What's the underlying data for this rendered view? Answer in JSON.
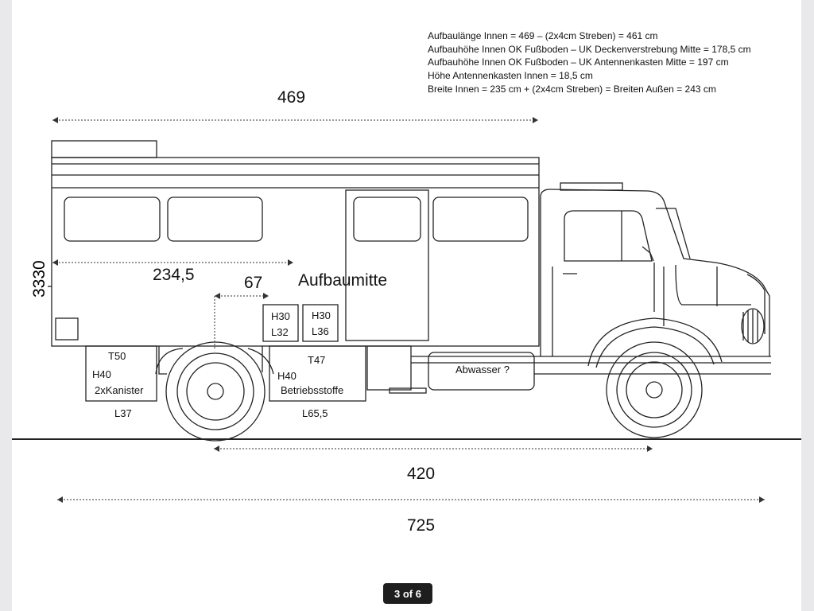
{
  "notes": [
    "Aufbaulänge Innen = 469 – (2x4cm Streben) = 461 cm",
    "Aufbauhöhe Innen OK Fußboden – UK Deckenverstrebung Mitte = 178,5 cm",
    "Aufbauhöhe Innen OK Fußboden – UK Antennenkasten Mitte = 197 cm",
    "Höhe Antennenkasten Innen = 18,5 cm",
    "Breite Innen = 235 cm + (2x4cm Streben) = Breiten Außen = 243 cm"
  ],
  "dimensions": {
    "body_length": "469",
    "height": "3330",
    "half_length": "234,5",
    "offset": "67",
    "center_label": "Aufbaumitte",
    "wheelbase": "420",
    "total_length": "725"
  },
  "boxes": {
    "box1": {
      "h": "H30",
      "l": "L32"
    },
    "box2": {
      "h": "H30",
      "l": "L36"
    },
    "tank_left": {
      "t": "T50",
      "h": "H40",
      "name": "2xKanister",
      "l": "L37"
    },
    "tank_mid": {
      "t": "T47",
      "h": "H40",
      "name": "Betriebsstoffe",
      "l": "L65,5"
    },
    "waste": {
      "name": "Abwasser ?"
    }
  },
  "viewer": {
    "page_indicator": "3 of 6"
  }
}
